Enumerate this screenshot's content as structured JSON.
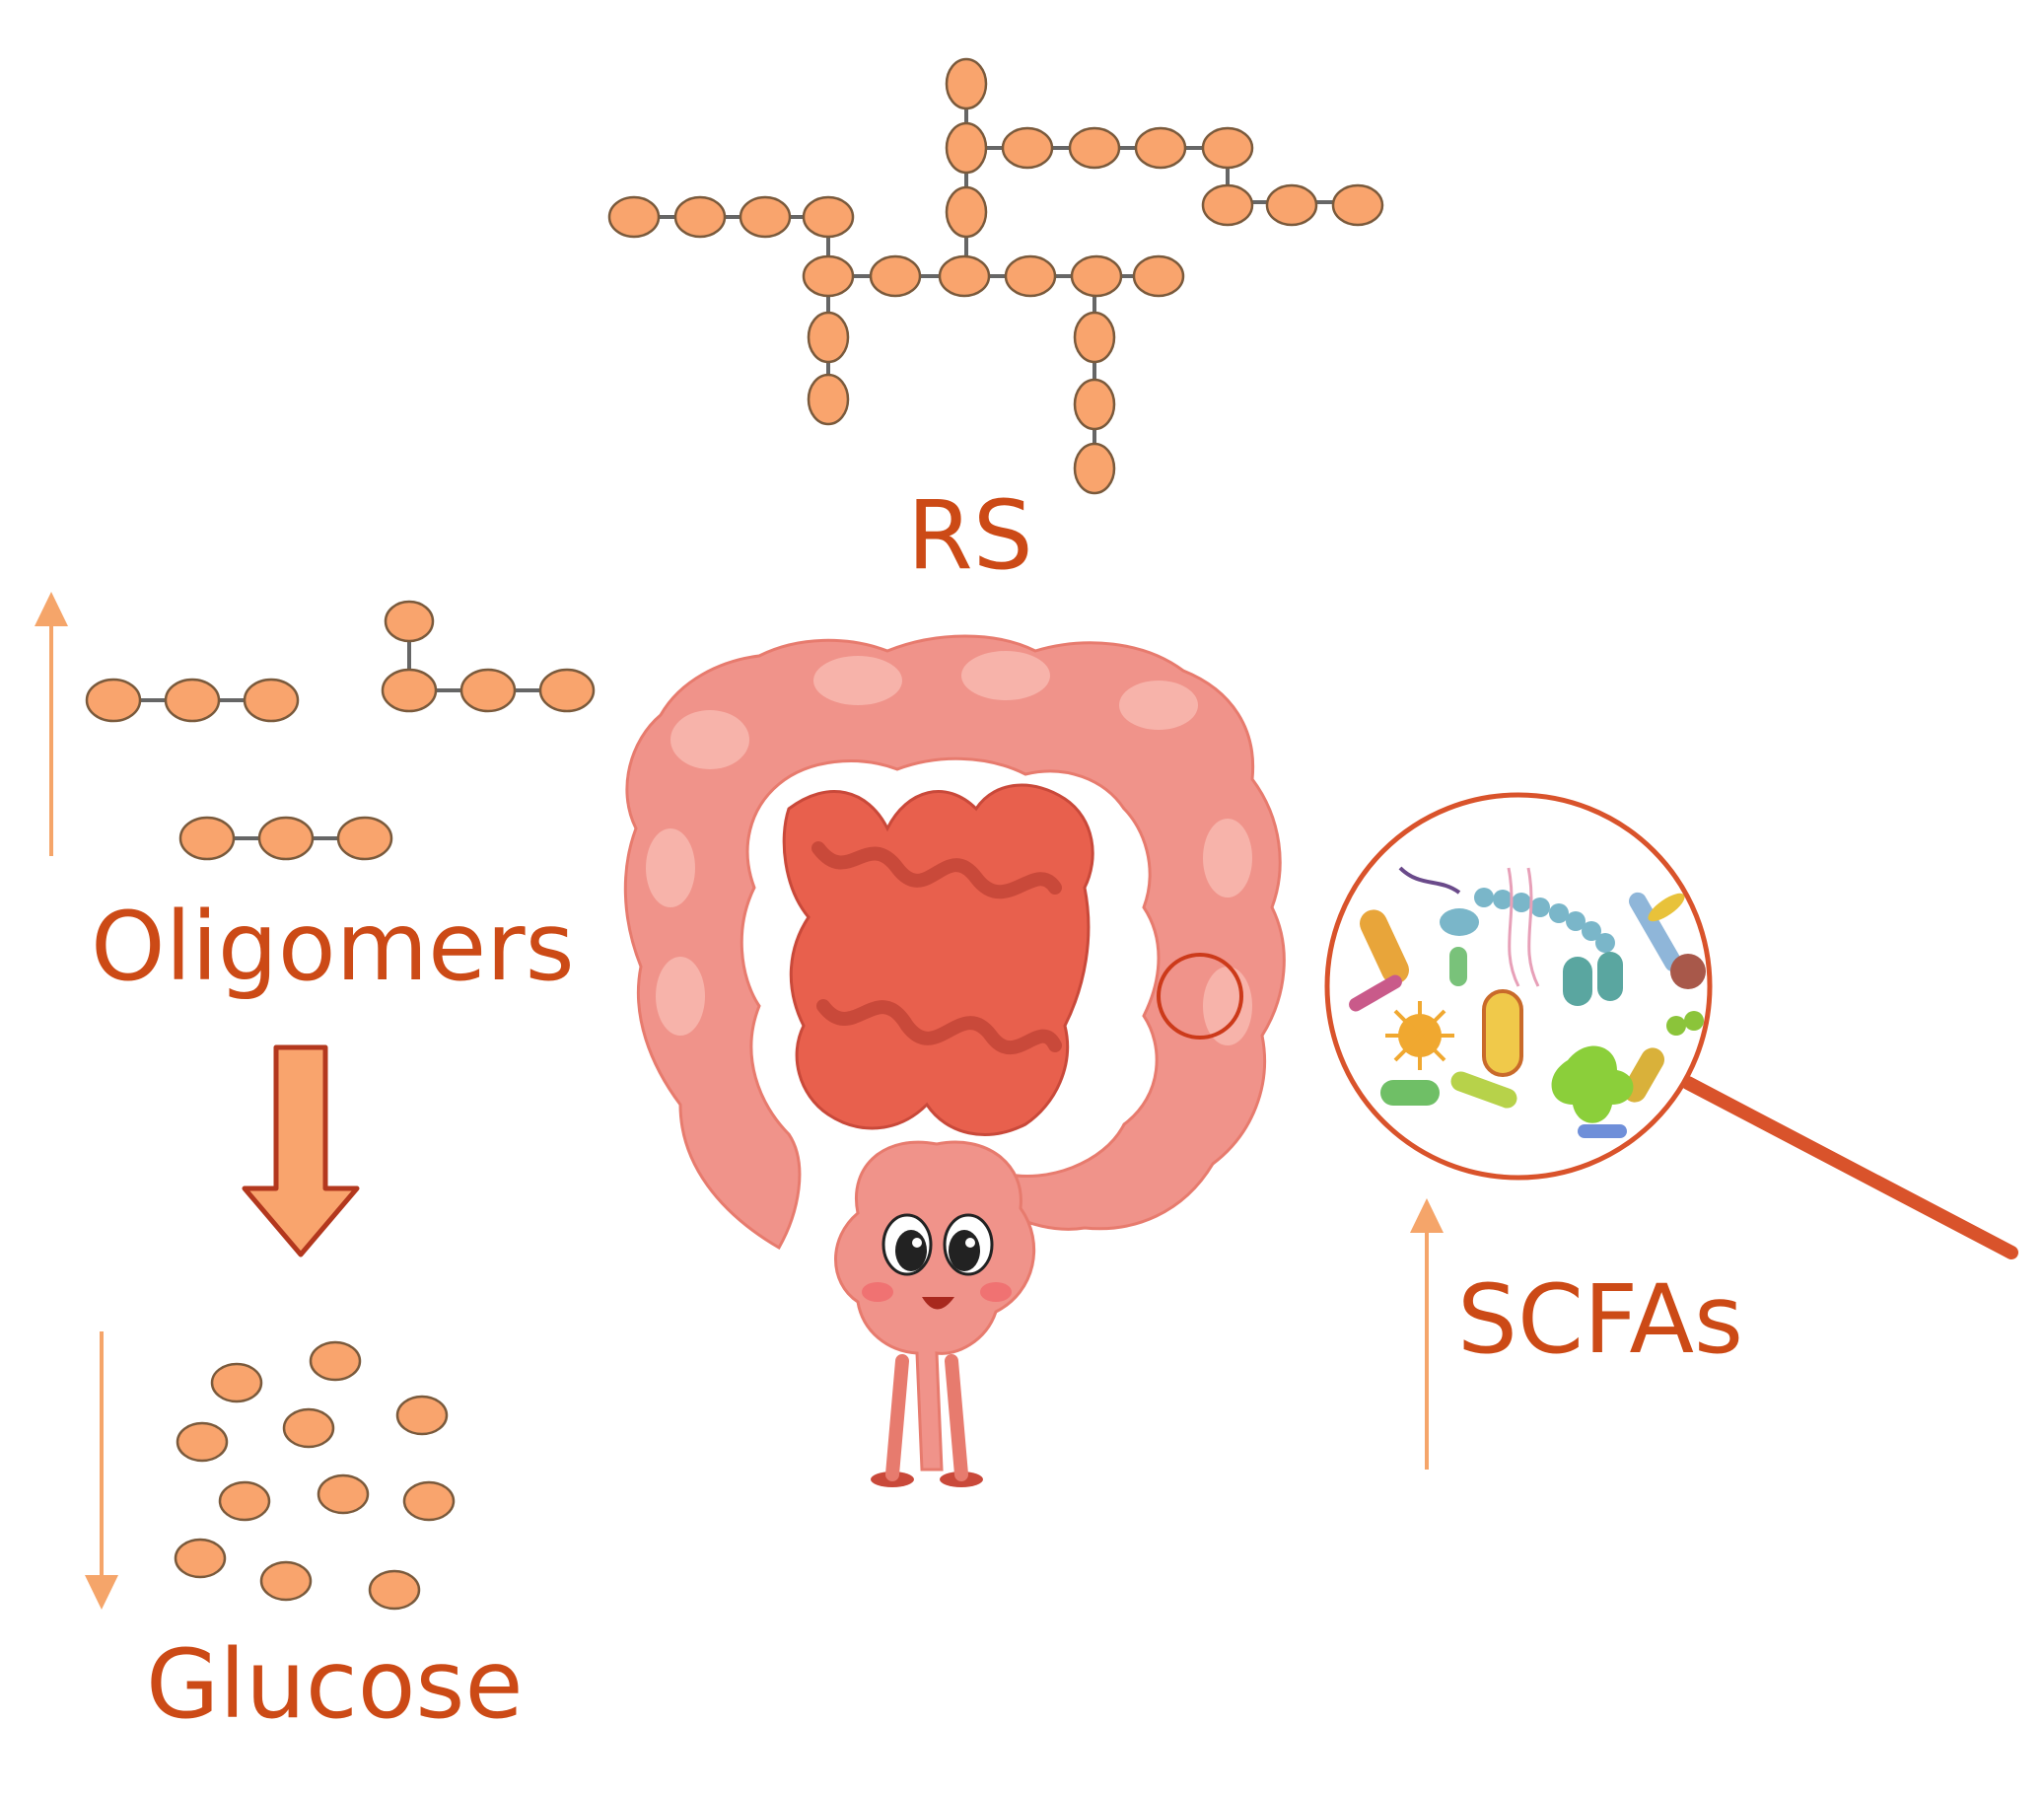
{
  "labels": {
    "rs": "RS",
    "oligomers": "Oligomers",
    "glucose": "Glucose",
    "scfas": "SCFAs"
  },
  "indicators": {
    "oligomers": "up",
    "glucose": "down",
    "scfas": "up"
  },
  "colors": {
    "label_text": "#cc4a16",
    "bead_fill": "#f9a46d",
    "arrow_thin": "#f5a56a",
    "arrow_block_fill": "#f9a46d",
    "arrow_block_stroke": "#b3381e",
    "colon_outer": "#f0938a",
    "colon_inner": "#e8604d",
    "magnifier_ring": "#d9532b"
  },
  "icons": {
    "colon": "cartoon-colon-icon",
    "magnifier": "magnifier-icon",
    "bacteria": "gut-bacteria-icon"
  }
}
